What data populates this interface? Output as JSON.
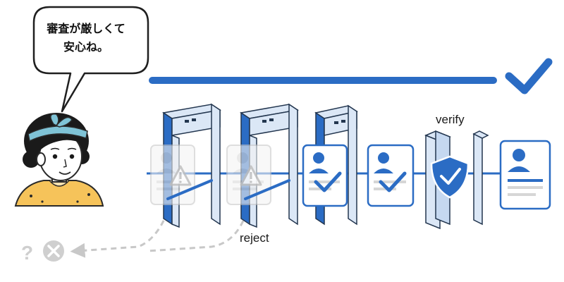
{
  "speech_bubble": {
    "line1": "審査が厳しくて",
    "line2": "安心ね。"
  },
  "labels": {
    "reject": "reject",
    "verify": "verify"
  },
  "unknown_symbol": "?",
  "icons": [
    "check-icon",
    "warning-icon",
    "shield-check-icon",
    "close-circle-icon",
    "person-icon"
  ],
  "colors": {
    "primary_blue": "#2b6cc4",
    "light_blue": "#dbe7f6",
    "outline": "#23364f",
    "faded_gray": "#c9c9c9",
    "shirt_yellow": "#f6c35a",
    "headband_teal": "#7fc3d6"
  }
}
